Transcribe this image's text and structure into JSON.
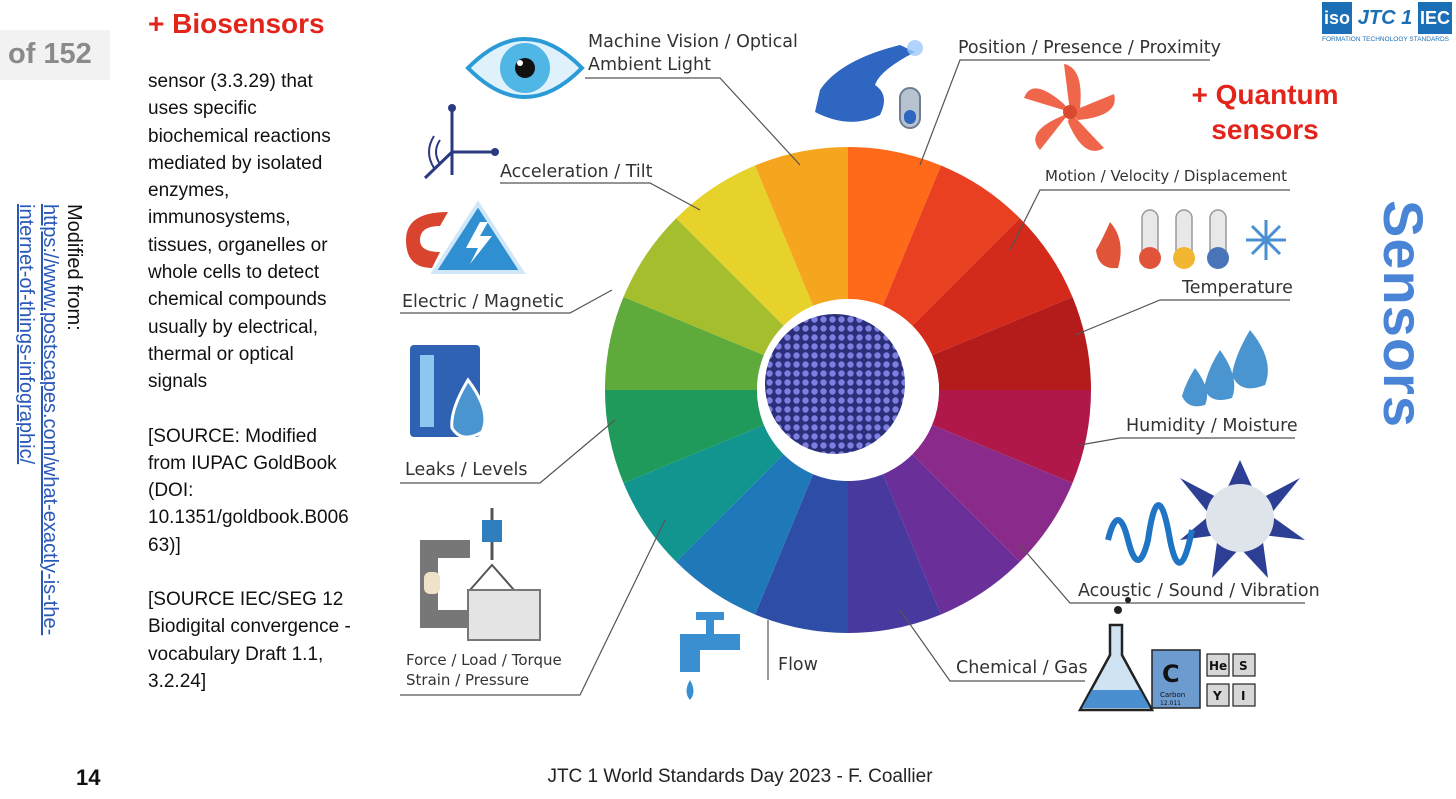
{
  "page_counter": "of 152",
  "side_note": {
    "label": "Modified from:",
    "link_line1": "https://www.postscapes.com/what-exactly-is-the-",
    "link_line2": "internet-of-things-infographic/"
  },
  "left_panel": {
    "title": "+ Biosensors",
    "definition_lines": [
      "sensor (3.3.29) that",
      "uses specific",
      "biochemical reactions",
      "mediated by isolated",
      "enzymes,",
      "immunosystems,",
      "tissues, organelles or",
      "whole cells to detect",
      "chemical compounds",
      "usually by electrical,",
      "thermal or optical",
      "signals"
    ],
    "source1_lines": [
      "[SOURCE: Modified",
      "from IUPAC GoldBook",
      "(DOI:",
      "10.1351/goldbook.B006",
      "63)]"
    ],
    "source2_lines": [
      "[SOURCE IEC/SEG 12",
      "Biodigital convergence -",
      "vocabulary Draft 1.1,",
      "3.2.24]"
    ]
  },
  "quantum": {
    "line1": "+ Quantum",
    "line2": "sensors"
  },
  "sensors_title": "Sensors",
  "logo": {
    "iso": "iso",
    "jtc": "JTC 1",
    "iec": "IEC",
    "subtitle": "FORMATION TECHNOLOGY STANDARDS"
  },
  "wheel_labels": {
    "machine_vision": [
      "Machine Vision / Optical",
      "Ambient Light"
    ],
    "position": "Position / Presence / Proximity",
    "motion": "Motion / Velocity / Displacement",
    "temperature": "Temperature",
    "humidity": "Humidity / Moisture",
    "acoustic": "Acoustic / Sound / Vibration",
    "chemical": "Chemical / Gas",
    "flow": "Flow",
    "force": [
      "Force / Load / Torque",
      "Strain / Pressure"
    ],
    "leaks": "Leaks / Levels",
    "electric": "Electric / Magnetic",
    "acceleration": "Acceleration / Tilt"
  },
  "periodic": {
    "c_symbol": "C",
    "c_name": "Carbon",
    "c_mass": "12.011",
    "he": "He",
    "s": "S",
    "y": "Y",
    "i": "I"
  },
  "slide_number": "14",
  "footer": "JTC 1 World Standards Day 2023 - F. Coallier",
  "colors": {
    "accent_red": "#e3241b",
    "sensors_blue": "#4a84d6",
    "link_blue": "#2a58b8"
  }
}
